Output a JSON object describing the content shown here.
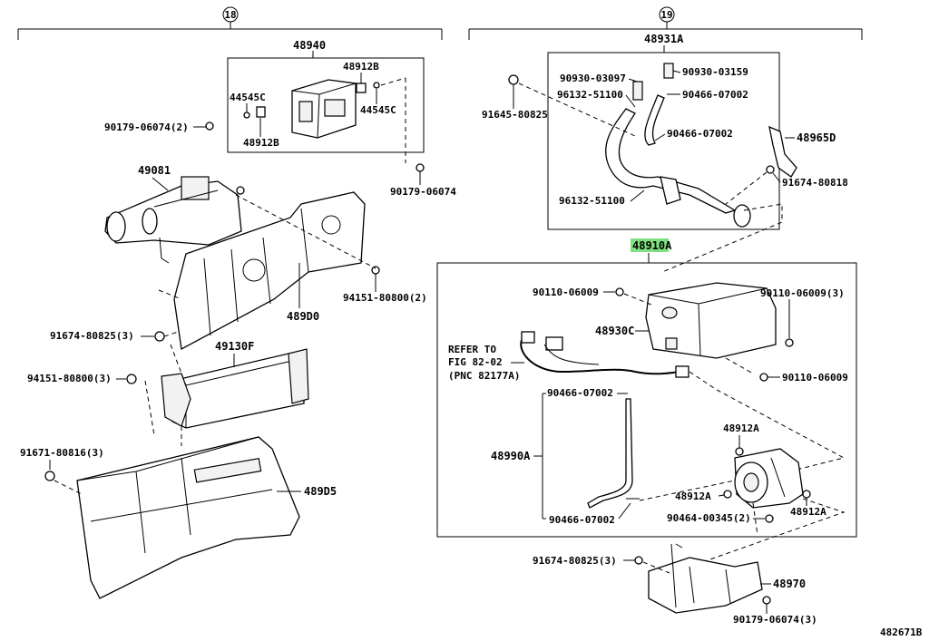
{
  "groups": {
    "left": "18",
    "right": "19"
  },
  "labels": {
    "p48940": "48940",
    "p48912b_top": "48912B",
    "p44545c_left": "44545C",
    "p44545c_right": "44545C",
    "p90179_06074_2": "90179-06074(2)",
    "p48912b_bot": "48912B",
    "p90179_06074": "90179-06074",
    "p49081": "49081",
    "p94151_80800_2": "94151-80800(2)",
    "p489d0": "489D0",
    "p91674_80825_3_left": "91674-80825(3)",
    "p49130f": "49130F",
    "p94151_80800_3": "94151-80800(3)",
    "p91671_80816_3": "91671-80816(3)",
    "p489d5": "489D5",
    "p48931a": "48931A",
    "p90930_03097": "90930-03097",
    "p90930_03159": "90930-03159",
    "p91645_80825": "91645-80825",
    "p96132_51100_top": "96132-51100",
    "p90466_07002_a": "90466-07002",
    "p90466_07002_b": "90466-07002",
    "p48965d": "48965D",
    "p91674_80818": "91674-80818",
    "p96132_51100_bot": "96132-51100",
    "p48910a": "48910A",
    "p90110_06009_left": "90110-06009",
    "p90110_06009_3": "90110-06009(3)",
    "p48930c": "48930C",
    "refer1": "REFER TO",
    "refer2": "FIG 82-02",
    "refer3": "(PNC 82177A)",
    "p90110_06009_right": "90110-06009",
    "p90466_07002_c": "90466-07002",
    "p48990a": "48990A",
    "p48912a_top": "48912A",
    "p48912a_mid": "48912A",
    "p48912a_right": "48912A",
    "p90464_00345_2": "90464-00345(2)",
    "p90466_07002_d": "90466-07002",
    "p91674_80825_3_right": "91674-80825(3)",
    "p48970": "48970",
    "p90179_06074_3": "90179-06074(3)",
    "figure_id": "482671B"
  },
  "colors": {
    "highlight": "#7ee07e",
    "line": "#000000"
  }
}
